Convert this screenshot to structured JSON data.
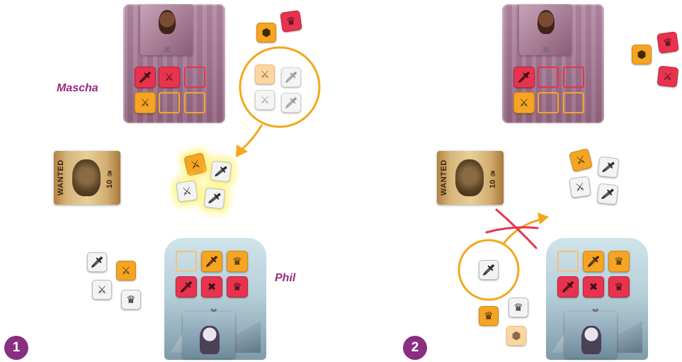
{
  "panels": [
    {
      "step": "1",
      "top_player": "Mascha",
      "bottom_player": "Phil",
      "wanted": {
        "title": "WANTED",
        "reward": "10"
      }
    },
    {
      "step": "2",
      "wanted": {
        "title": "WANTED",
        "reward": "10"
      }
    }
  ],
  "icons": {
    "sword": "⚔",
    "dagger": "🗡",
    "crown": "♛",
    "gem": "⬢",
    "cross": "✖"
  },
  "colors": {
    "red_die": "#e8334f",
    "orange_die": "#f5a424",
    "white_die": "#f3f3f3",
    "player_name": "#9c2a7f",
    "step_badge": "#8a2e82",
    "arrow": "#f2a81d",
    "cross_out": "#e8334f"
  }
}
